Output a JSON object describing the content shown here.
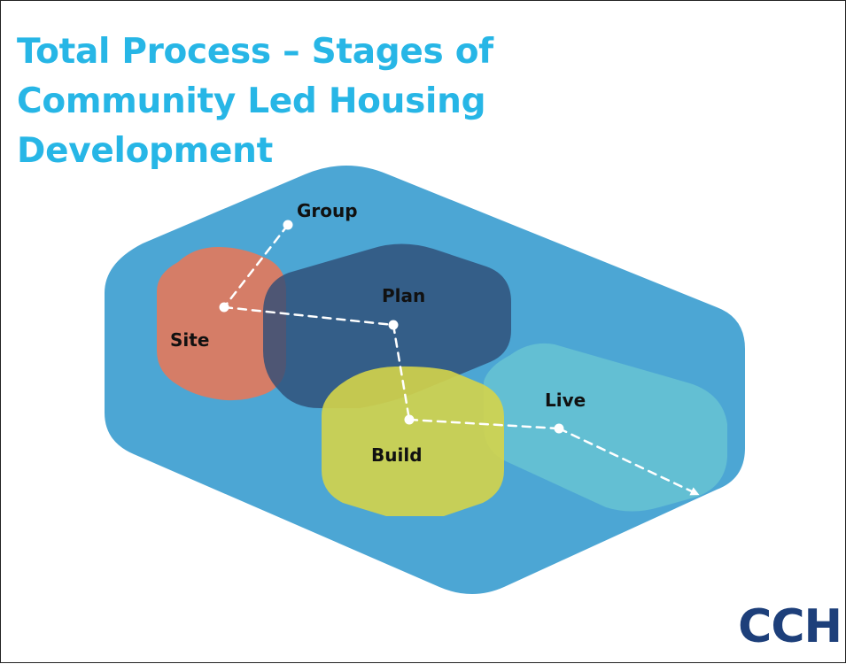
{
  "title": {
    "line1": "Total Process – Stages of",
    "line2": "Community Led Housing",
    "line3": "Development"
  },
  "stages": {
    "group": "Group",
    "site": "Site",
    "plan": "Plan",
    "build": "Build",
    "live": "Live"
  },
  "logo": "CCH",
  "colors": {
    "title": "#27b6e6",
    "outer": "#3d9ed0",
    "site": "#e07a5f",
    "plan": "#2f4e78",
    "build": "#d4d44a",
    "live": "#66c3d3",
    "logo": "#1d3f7a"
  }
}
